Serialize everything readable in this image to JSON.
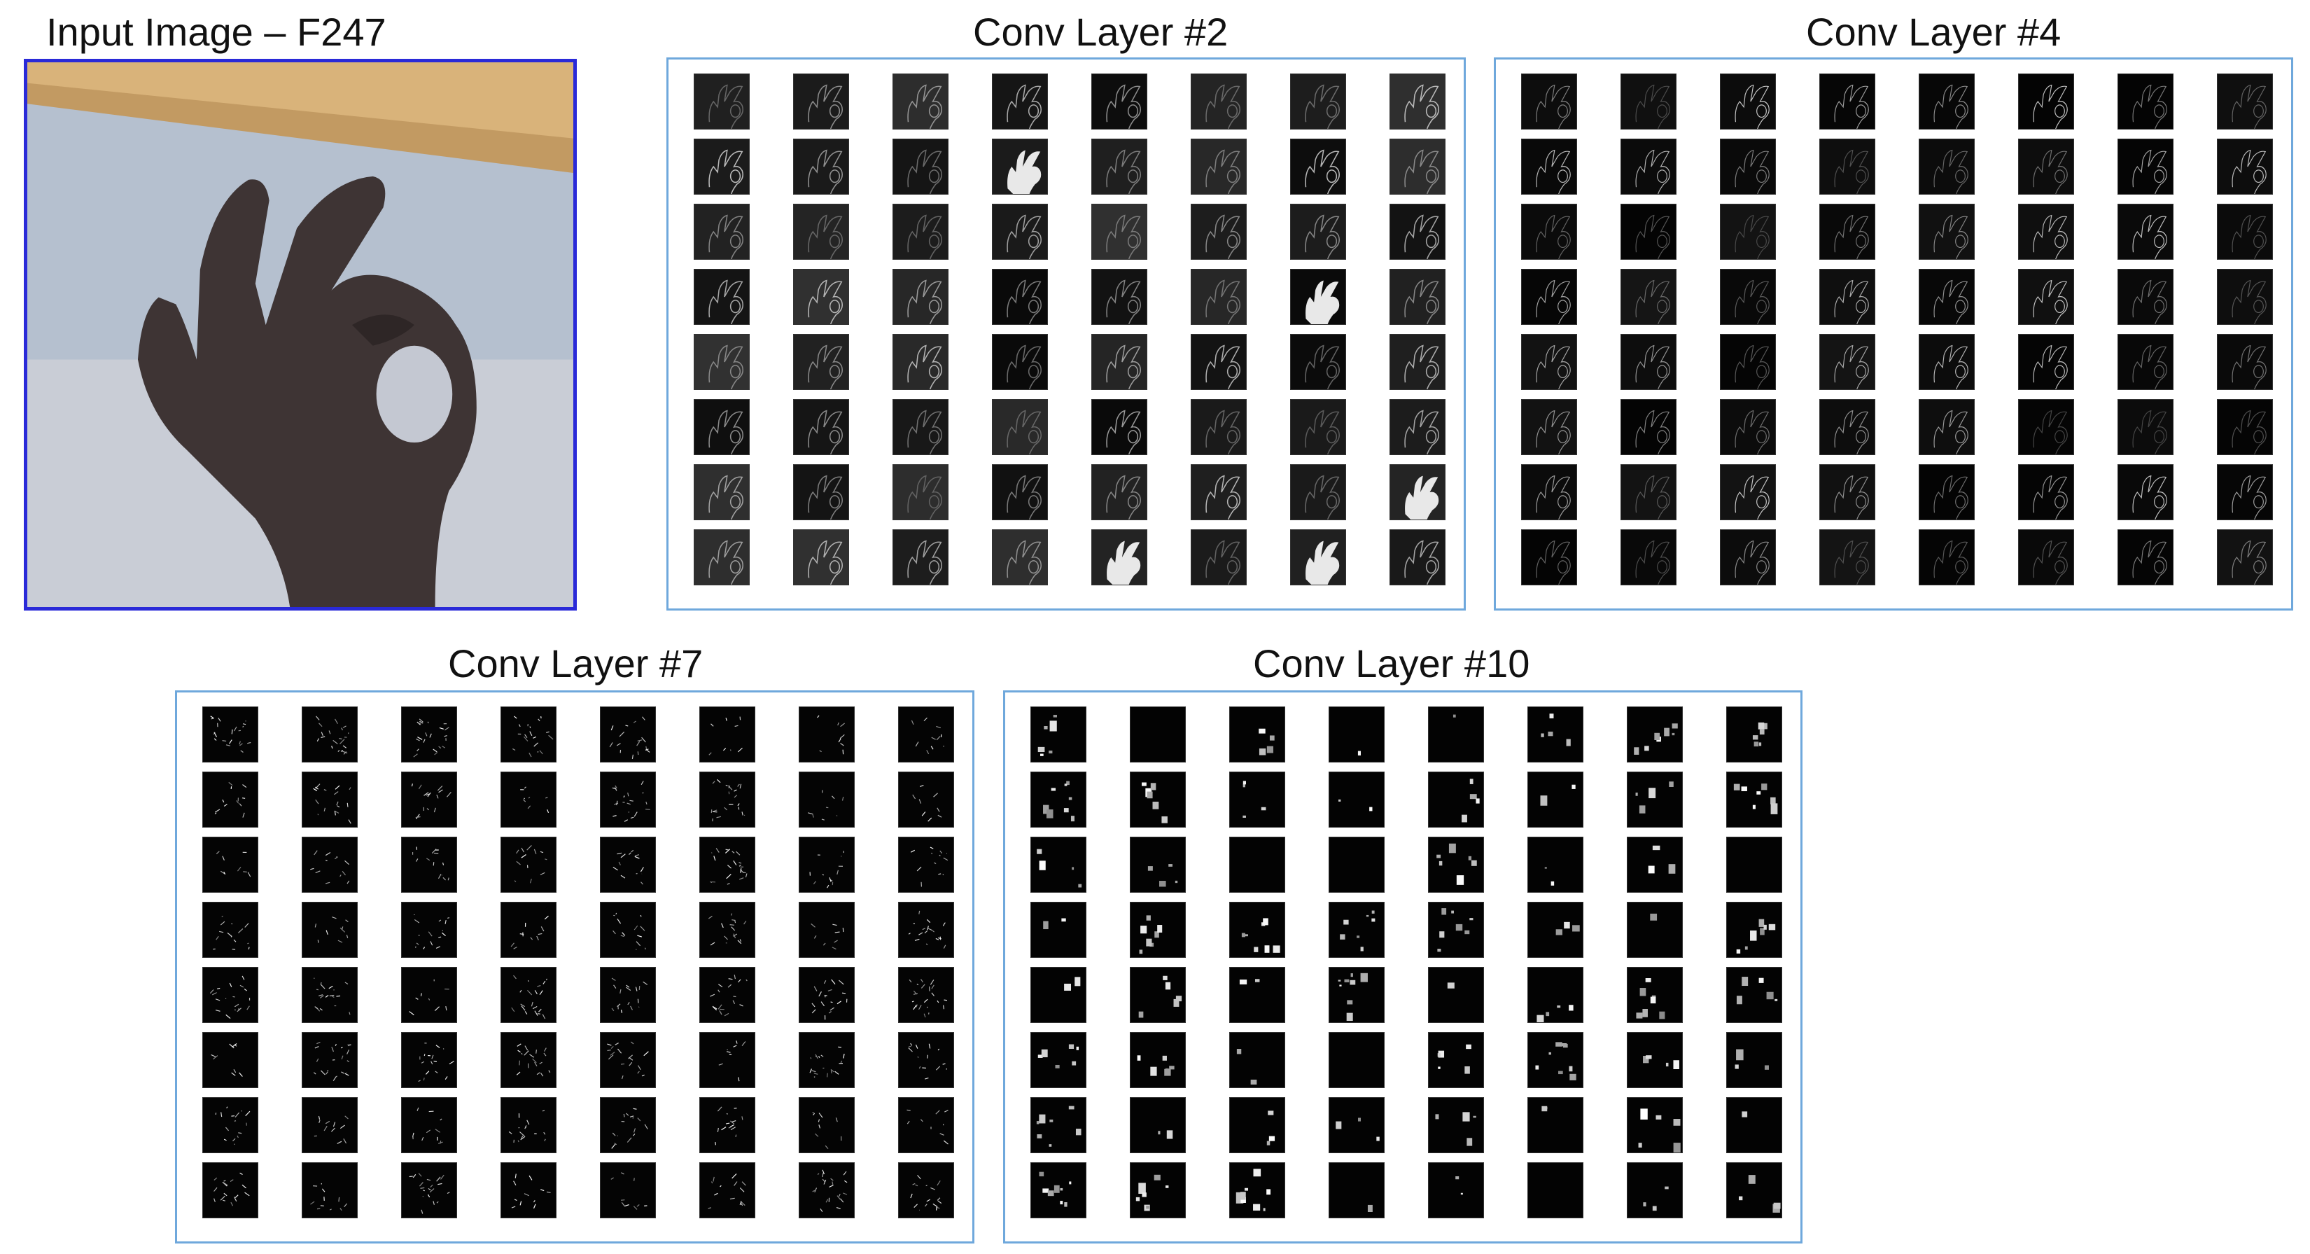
{
  "input": {
    "title": "Input Image – F247"
  },
  "layers": [
    {
      "id": "conv2",
      "title": "Conv Layer #2",
      "rows": 8,
      "cols": 8,
      "style": "smooth"
    },
    {
      "id": "conv4",
      "title": "Conv Layer #4",
      "rows": 8,
      "cols": 8,
      "style": "edges"
    },
    {
      "id": "conv7",
      "title": "Conv Layer #7",
      "rows": 8,
      "cols": 8,
      "style": "sparse-edges"
    },
    {
      "id": "conv10",
      "title": "Conv Layer #10",
      "rows": 8,
      "cols": 8,
      "style": "blobs"
    }
  ],
  "colors": {
    "panel_border": "#6fa8dc",
    "input_border": "#2a2ad8",
    "feature_bg": "#050505"
  }
}
